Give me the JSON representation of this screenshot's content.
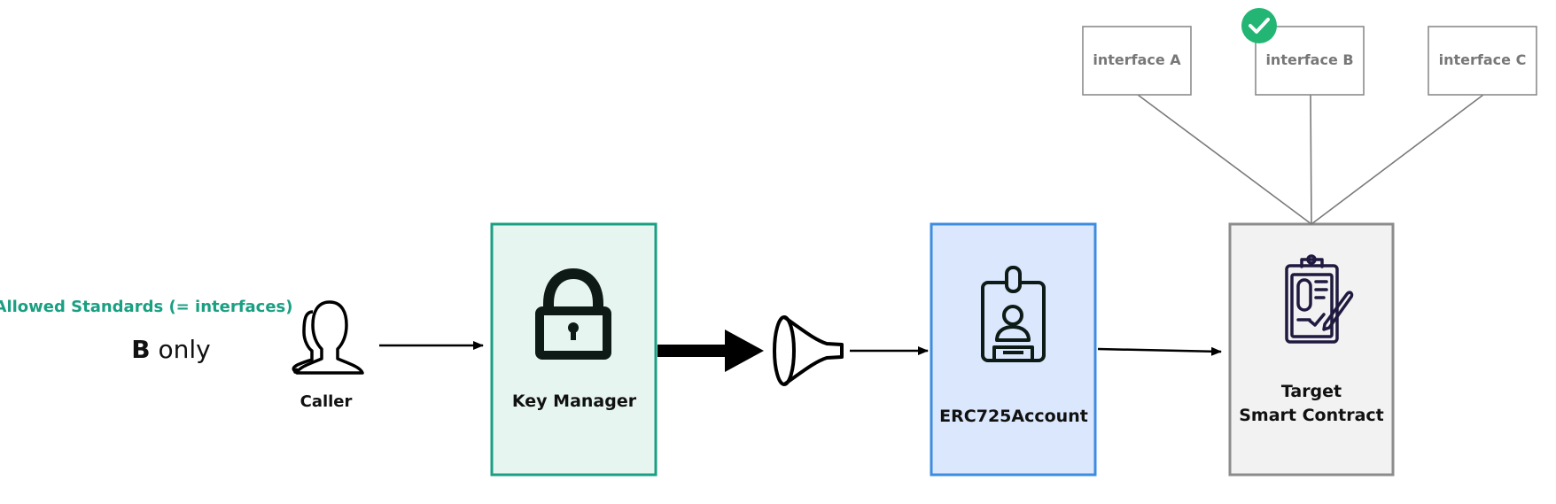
{
  "allowed": {
    "heading": "Allowed Standards (= interfaces)",
    "value_bold": "B",
    "value_rest": " only"
  },
  "caller": {
    "label": "Caller"
  },
  "key_manager": {
    "label": "Key Manager"
  },
  "account": {
    "label": "ERC725Account"
  },
  "target": {
    "line1": "Target",
    "line2": "Smart Contract"
  },
  "interfaces": [
    {
      "label": "interface A",
      "allowed": false
    },
    {
      "label": "interface B",
      "allowed": true
    },
    {
      "label": "interface C",
      "allowed": false
    }
  ],
  "colors": {
    "accent_green": "#1a9f82",
    "key_manager_fill": "#e6f5f0",
    "key_manager_border": "#1a9f82",
    "account_fill": "#dae7fc",
    "account_border": "#3d8ce0",
    "target_fill": "#f2f2f2",
    "target_border": "#8c8c8c",
    "check_fill": "#22b573",
    "icon_dark": "#0d1a16",
    "icon_purple": "#211a40"
  },
  "icons": {
    "caller": "user-icon",
    "key_manager": "padlock-icon",
    "filter": "funnel-icon",
    "account": "id-badge-icon",
    "target": "clipboard-contract-icon",
    "allowed_mark": "check-circle-icon"
  }
}
